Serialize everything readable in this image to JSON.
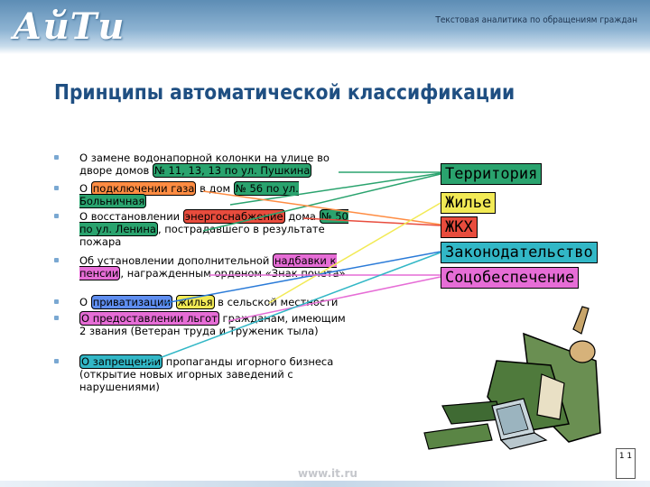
{
  "header": {
    "logo_text": "АйТи",
    "caption": "Текстовая аналитика по обращениям граждан"
  },
  "title": "Принципы автоматической классификации",
  "bullets": [
    {
      "parts": [
        "О замене водонапорной колонки на улице во дворе домов ",
        "№ 11, 13, 13 по ул. Пушкина"
      ]
    },
    {
      "parts": [
        "О ",
        "подключении газа",
        " в дом ",
        "№ 56 по  ул. Больничная"
      ]
    },
    {
      "parts": [
        "О восстановлении ",
        "энергоснабжение",
        " дома ",
        "№ 50 по ул. Ленина",
        ", пострадавшего в результате пожара"
      ]
    },
    {
      "parts": [
        "Об установлении дополнительной ",
        "надбавки к пенсии",
        ", награжденным орденом «Знак почета»"
      ]
    },
    {
      "parts": [
        "О ",
        "приватизации",
        " ",
        "жилья",
        " в сельской местности"
      ]
    },
    {
      "parts": [
        "О предоставлении льгот",
        " гражданам, имеющим 2 звания (Ветеран труда и Труженик тыла)"
      ]
    },
    {
      "parts": [
        "О запрещении",
        " пропаганды игорного бизнеса (открытие новых игорных заведений с нарушениями)"
      ]
    }
  ],
  "categories": [
    {
      "label": "Территория",
      "color": "#2aa36e"
    },
    {
      "label": "Жилье",
      "color": "#f2ea55"
    },
    {
      "label": "ЖКХ",
      "color": "#e84c3d"
    },
    {
      "label": "Законодательство",
      "color": "#32b7c6"
    },
    {
      "label": "Соцобеспечение",
      "color": "#e66dd6"
    }
  ],
  "footer": {
    "url": "www.it.ru",
    "page_number": "1 1"
  }
}
